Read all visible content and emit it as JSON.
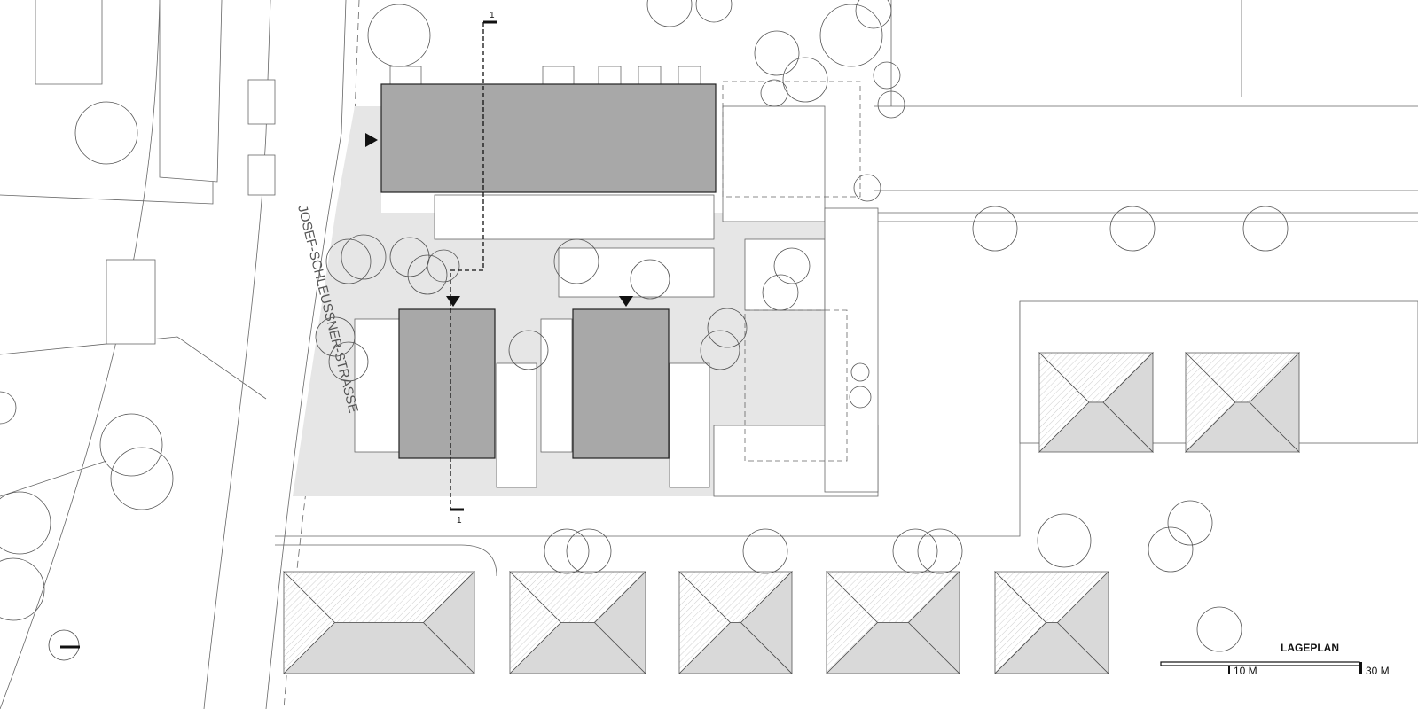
{
  "plan": {
    "title": "LAGEPLAN",
    "street_name": "JOSEF-SCHLEUSSNER-STRASSE",
    "section_label_top": "1",
    "section_label_bottom": "1",
    "scale_bar": {
      "label_mid": "10 M",
      "label_end": "30 M"
    }
  },
  "colors": {
    "new_building": "#a8a8a8",
    "paving": "#e6e6e6",
    "lines": "#666666"
  },
  "icons": [
    "entrance-arrow-icon",
    "north-arrow-icon",
    "tree-icon",
    "section-marker-icon"
  ]
}
